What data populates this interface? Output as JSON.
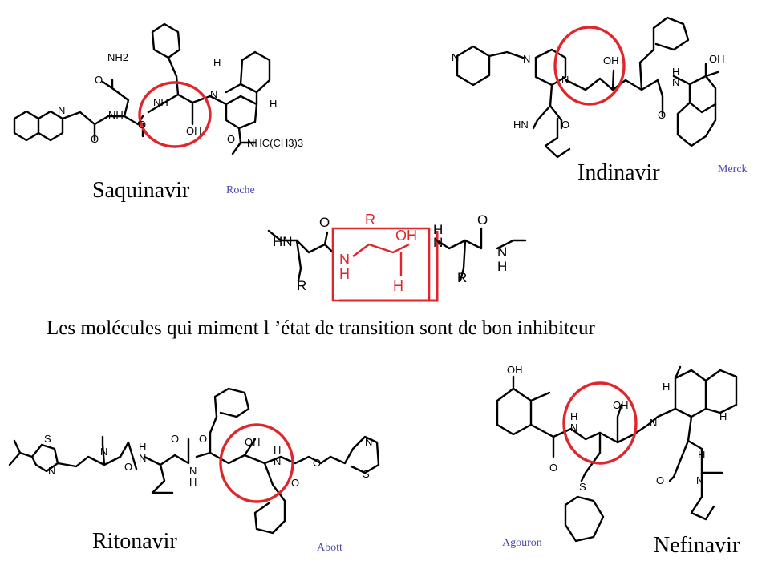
{
  "slide": {
    "caption": "Les molécules qui miment l ’état de transition sont de bon inhibiteur"
  },
  "molecules": [
    {
      "name": "Saquinavir",
      "company": "Roche"
    },
    {
      "name": "Indinavir",
      "company": "Merck"
    },
    {
      "name": "Ritonavir",
      "company": "Abott"
    },
    {
      "name": "Nefinavir",
      "company": "Agouron"
    }
  ],
  "atom_labels": {
    "nh2": "NH2",
    "o": "O",
    "n": "N",
    "nh": "NH",
    "oh": "OH",
    "h": "H",
    "hn": "HN",
    "r": "R",
    "s": "S",
    "nhc": "NHC(CH3)3"
  },
  "colors": {
    "highlight": "#e0262b",
    "bonds": "#000000",
    "company": "#4a4ab0",
    "transition_state": "#e0262b"
  }
}
